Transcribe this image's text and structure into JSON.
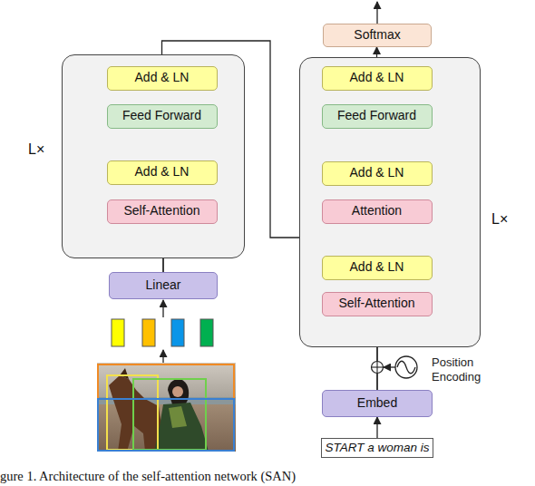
{
  "diagram": {
    "caption": "gure 1. Architecture of the self-attention network (SAN)",
    "nodes": [
      {
        "text": [
          "L×"
        ]
      },
      {
        "text": [
          "Add & LN"
        ],
        "in": 0
      },
      {
        "text": [
          "Feed Forward"
        ],
        "in": 0
      },
      {
        "text": [
          "Add & LN"
        ],
        "in": 0
      },
      {
        "text": [
          "Self-Attention"
        ],
        "in": 0
      },
      {
        "text": [
          "Linear"
        ]
      },
      {
        "text": [
          "Softmax"
        ]
      },
      {
        "text": [
          "L×"
        ]
      },
      {
        "text": [
          "Add & LN"
        ],
        "in": 7
      },
      {
        "text": [
          "Feed Forward"
        ],
        "in": 7
      },
      {
        "text": [
          "Add & LN"
        ],
        "in": 7
      },
      {
        "text": [
          "Attention"
        ],
        "in": 7
      },
      {
        "text": [
          "Add & LN"
        ],
        "in": 7
      },
      {
        "text": [
          "Self-Attention"
        ],
        "in": 7
      },
      {
        "text": [
          "Embed"
        ]
      },
      {
        "text": [
          "START a woman is"
        ]
      }
    ],
    "edges": [
      {
        "from": 5,
        "to": 4,
        "arrow": "to"
      },
      {
        "from": 5,
        "to": 3,
        "arrow": "to"
      },
      {
        "from": 4,
        "to": 3,
        "arrow": "to"
      },
      {
        "from": 3,
        "to": 2,
        "arrow": "to"
      },
      {
        "from": 3,
        "to": 1,
        "arrow": "to"
      },
      {
        "from": 2,
        "to": 1,
        "arrow": "to"
      },
      {
        "from": 1,
        "to": 11,
        "arrow": "to"
      },
      {
        "from": 15,
        "to": 14,
        "arrow": "to"
      },
      {
        "from": 14,
        "to": 13,
        "arrow": "to"
      },
      {
        "from": 14,
        "to": 12,
        "arrow": "to"
      },
      {
        "from": 13,
        "to": 12,
        "arrow": "to"
      },
      {
        "from": 12,
        "to": 11,
        "arrow": "to"
      },
      {
        "from": 12,
        "to": 10,
        "arrow": "to"
      },
      {
        "from": 11,
        "to": 10,
        "arrow": "to"
      },
      {
        "from": 10,
        "to": 9,
        "arrow": "to"
      },
      {
        "from": 10,
        "to": 8,
        "arrow": "to"
      },
      {
        "from": 9,
        "to": 8,
        "arrow": "to"
      },
      {
        "from": 8,
        "to": 6,
        "arrow": "to"
      }
    ],
    "labels": [
      "Position Encoding"
    ]
  }
}
